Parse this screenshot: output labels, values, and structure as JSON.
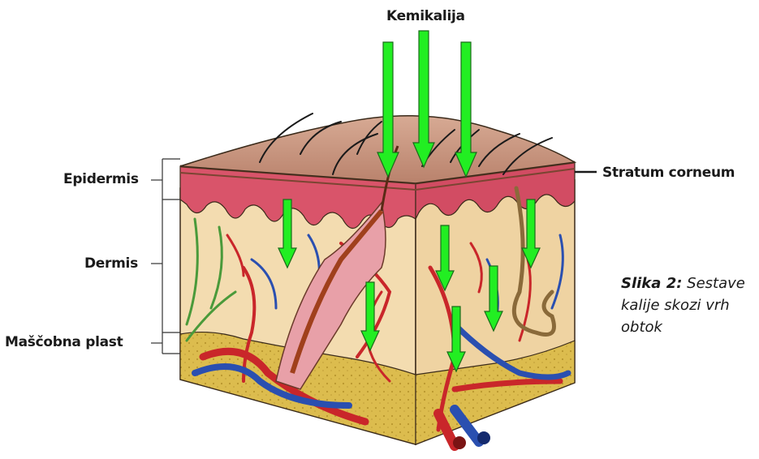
{
  "labels": {
    "top": "Kemikalija",
    "epidermis": "Epidermis",
    "dermis": "Dermis",
    "fat": "Maščobna plast",
    "stratum": "Stratum corneum"
  },
  "caption": {
    "bold": "Slika 2:",
    "line1": "Sestave",
    "line2": "kalije skozi vrh",
    "line3": "obtok"
  },
  "colors": {
    "arrow": "#22ee22",
    "arrow_outline": "#1a6b1a",
    "skin_top": "#c89a86",
    "epidermis": "#d9546a",
    "dermis": "#f3dcb0",
    "fat": "#d8b84a",
    "artery": "#d42a2a",
    "vein": "#2a4fb0"
  }
}
